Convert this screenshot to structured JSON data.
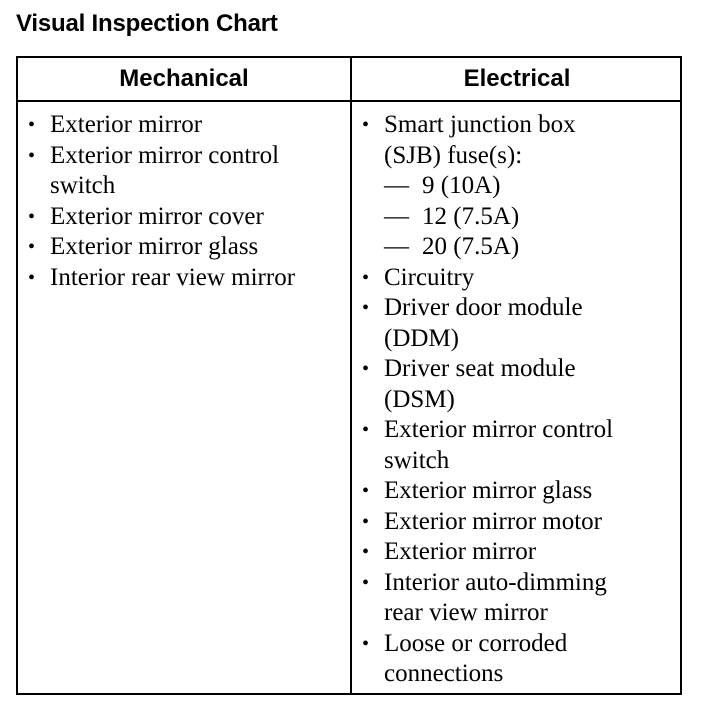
{
  "title": "Visual Inspection Chart",
  "columns": {
    "mechanical": {
      "header": "Mechanical",
      "items": [
        {
          "lines": [
            "Exterior mirror"
          ]
        },
        {
          "lines": [
            "Exterior mirror control",
            "switch"
          ]
        },
        {
          "lines": [
            "Exterior mirror cover"
          ]
        },
        {
          "lines": [
            "Exterior mirror glass"
          ]
        },
        {
          "lines": [
            "Interior rear view mirror"
          ]
        }
      ]
    },
    "electrical": {
      "header": "Electrical",
      "items": [
        {
          "lines": [
            "Smart junction box",
            "(SJB) fuse(s):"
          ],
          "subitems": [
            "9 (10A)",
            "12 (7.5A)",
            "20 (7.5A)"
          ]
        },
        {
          "lines": [
            "Circuitry"
          ]
        },
        {
          "lines": [
            "Driver door module",
            "(DDM)"
          ]
        },
        {
          "lines": [
            "Driver seat module",
            "(DSM)"
          ]
        },
        {
          "lines": [
            "Exterior mirror control",
            "switch"
          ]
        },
        {
          "lines": [
            "Exterior mirror glass"
          ]
        },
        {
          "lines": [
            "Exterior mirror motor"
          ]
        },
        {
          "lines": [
            "Exterior mirror"
          ]
        },
        {
          "lines": [
            "Interior auto-dimming",
            "rear view mirror"
          ]
        },
        {
          "lines": [
            "Loose or corroded",
            "connections"
          ]
        }
      ]
    }
  },
  "symbols": {
    "bullet": "•",
    "dash": "—"
  }
}
